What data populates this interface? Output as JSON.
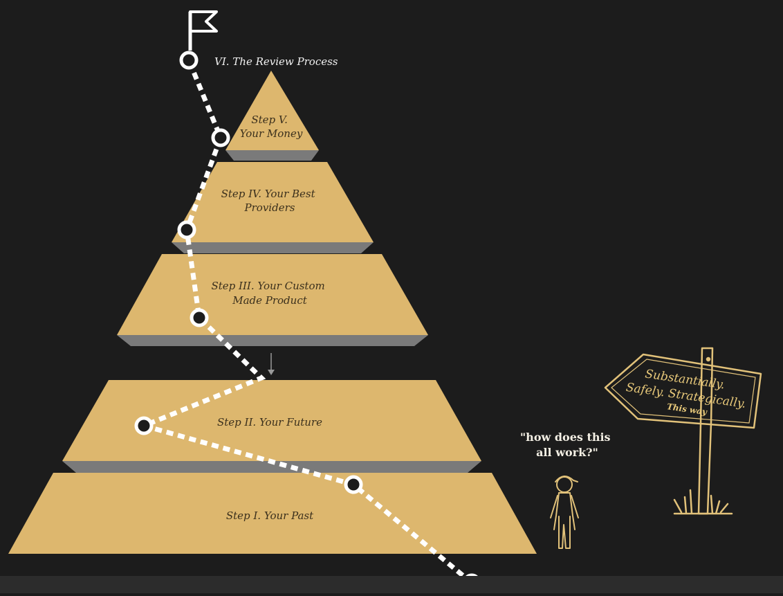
{
  "pyramid": {
    "tiers": [
      {
        "label_lines": [
          "Step V.",
          "Your Money"
        ]
      },
      {
        "label_lines": [
          "Step IV. Your Best",
          "Providers"
        ]
      },
      {
        "label_lines": [
          "Step III. Your Custom",
          "Made Product"
        ]
      },
      {
        "label_lines": [
          "Step II. Your Future"
        ]
      },
      {
        "label_lines": [
          "Step I. Your Past"
        ]
      }
    ],
    "summit_label": "VI. The Review Process"
  },
  "character": {
    "speech": [
      "\"how does this",
      "all work?\""
    ]
  },
  "signpost": {
    "lines": [
      "Substantially.",
      "Safely. Strategically."
    ],
    "small": "This way"
  },
  "colors": {
    "background": "#1c1c1c",
    "tier_fill": "#ddb76e",
    "tier_shadow": "#777777",
    "path": "#ffffff",
    "sketch": "#e2c27a"
  },
  "icons": [
    "flag-icon",
    "person-icon",
    "signpost-icon",
    "down-arrow-icon"
  ]
}
